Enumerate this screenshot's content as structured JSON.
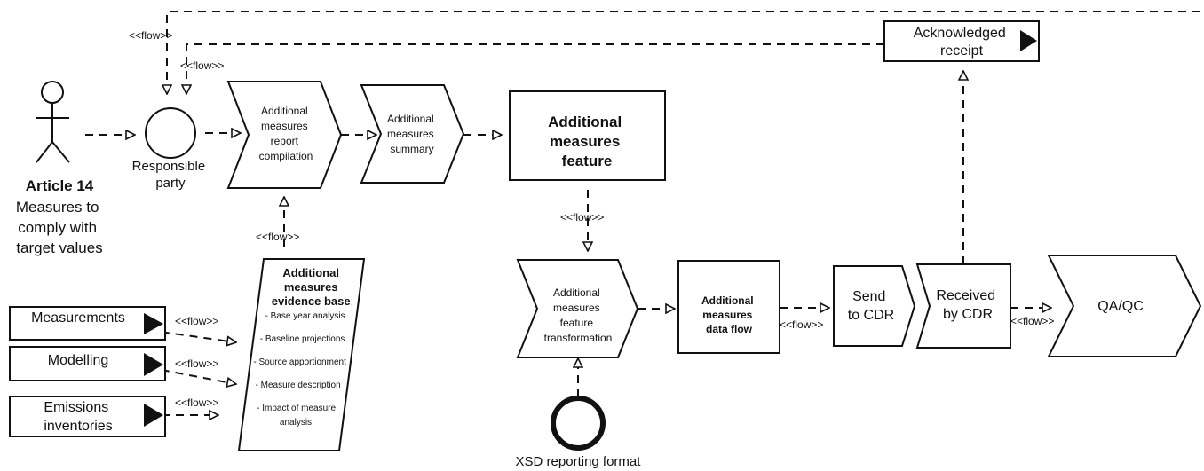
{
  "flow_label": "<<flow>>",
  "actor": {
    "title": "Article 14",
    "lines": [
      "Measures to",
      "comply with",
      "target values"
    ]
  },
  "responsible_party": [
    "Responsible",
    "party"
  ],
  "report_compilation": [
    "Additional",
    "measures",
    "report",
    "compilation"
  ],
  "summary": [
    "Additional",
    "measures",
    "summary"
  ],
  "feature": [
    "Additional",
    "measures",
    "feature"
  ],
  "evidence_base": {
    "title": [
      "Additional",
      "measures",
      "evidence base"
    ],
    "title_suffix": ":",
    "items": [
      "- Base year analysis",
      "- Baseline projections",
      "- Source apportionment",
      "- Measure description",
      "- Impact of measure",
      "analysis"
    ]
  },
  "inputs": {
    "measurements": [
      "Measurements"
    ],
    "modelling": [
      "Modelling"
    ],
    "emissions": [
      "Emissions",
      "inventories"
    ]
  },
  "feature_transformation": [
    "Additional",
    "measures",
    "feature",
    "transformation"
  ],
  "data_flow": [
    "Additional",
    "measures",
    "data flow"
  ],
  "send_to_cdr": [
    "Send",
    "to CDR"
  ],
  "received_by_cdr": [
    "Received",
    "by CDR"
  ],
  "qa_qc": [
    "QA/QC"
  ],
  "acknowledged_receipt": [
    "Acknowledged",
    "receipt"
  ],
  "xsd_format": [
    "XSD reporting format"
  ]
}
